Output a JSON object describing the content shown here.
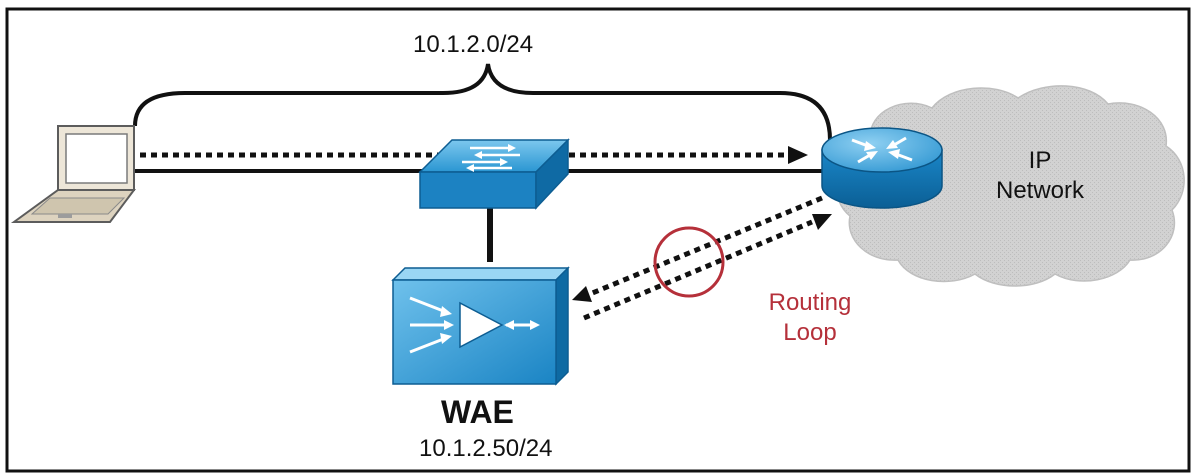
{
  "diagram": {
    "subnet_label": "10.1.2.0/24",
    "cloud": {
      "line1": "IP",
      "line2": "Network",
      "fill": "#cccccc"
    },
    "wae": {
      "name": "WAE",
      "ip": "10.1.2.50/24"
    },
    "loop": {
      "line1": "Routing",
      "line2": "Loop",
      "color": "#b5303a"
    },
    "device_icons": {
      "laptop": "laptop-icon",
      "switch": "switch-icon",
      "router": "router-icon",
      "wae": "wae-appliance-icon"
    },
    "colors": {
      "device_blue": "#1f8fcf",
      "device_blue_light": "#5fb8e6",
      "device_blue_dark": "#0f6ea8",
      "line": "#111111"
    }
  }
}
